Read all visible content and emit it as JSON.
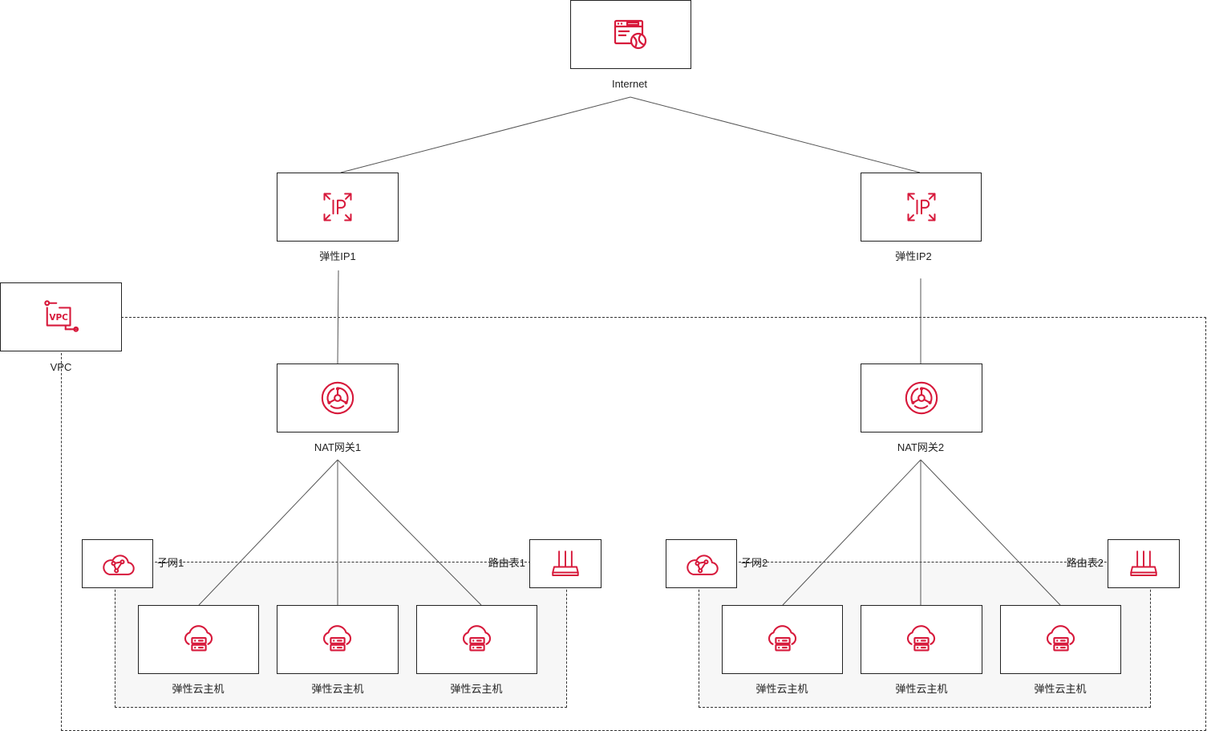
{
  "accent_color": "#d7193b",
  "internet": {
    "label": "Internet",
    "icon": "browser-globe-icon"
  },
  "eips": [
    {
      "label": "弹性IP1",
      "icon": "elastic-ip-icon"
    },
    {
      "label": "弹性IP2",
      "icon": "elastic-ip-icon"
    }
  ],
  "vpc": {
    "label": "VPC",
    "icon": "vpc-icon"
  },
  "nat_gateways": [
    {
      "label": "NAT网关1",
      "icon": "nat-gateway-icon"
    },
    {
      "label": "NAT网关2",
      "icon": "nat-gateway-icon"
    }
  ],
  "subnets": [
    {
      "label": "子网1",
      "icon": "cloud-subnet-icon"
    },
    {
      "label": "子网2",
      "icon": "cloud-subnet-icon"
    }
  ],
  "route_tables": [
    {
      "label": "路由表1",
      "icon": "router-icon"
    },
    {
      "label": "路由表2",
      "icon": "router-icon"
    }
  ],
  "ecs_group_1": [
    {
      "label": "弹性云主机",
      "icon": "cloud-server-icon"
    },
    {
      "label": "弹性云主机",
      "icon": "cloud-server-icon"
    },
    {
      "label": "弹性云主机",
      "icon": "cloud-server-icon"
    }
  ],
  "ecs_group_2": [
    {
      "label": "弹性云主机",
      "icon": "cloud-server-icon"
    },
    {
      "label": "弹性云主机",
      "icon": "cloud-server-icon"
    },
    {
      "label": "弹性云主机",
      "icon": "cloud-server-icon"
    }
  ]
}
